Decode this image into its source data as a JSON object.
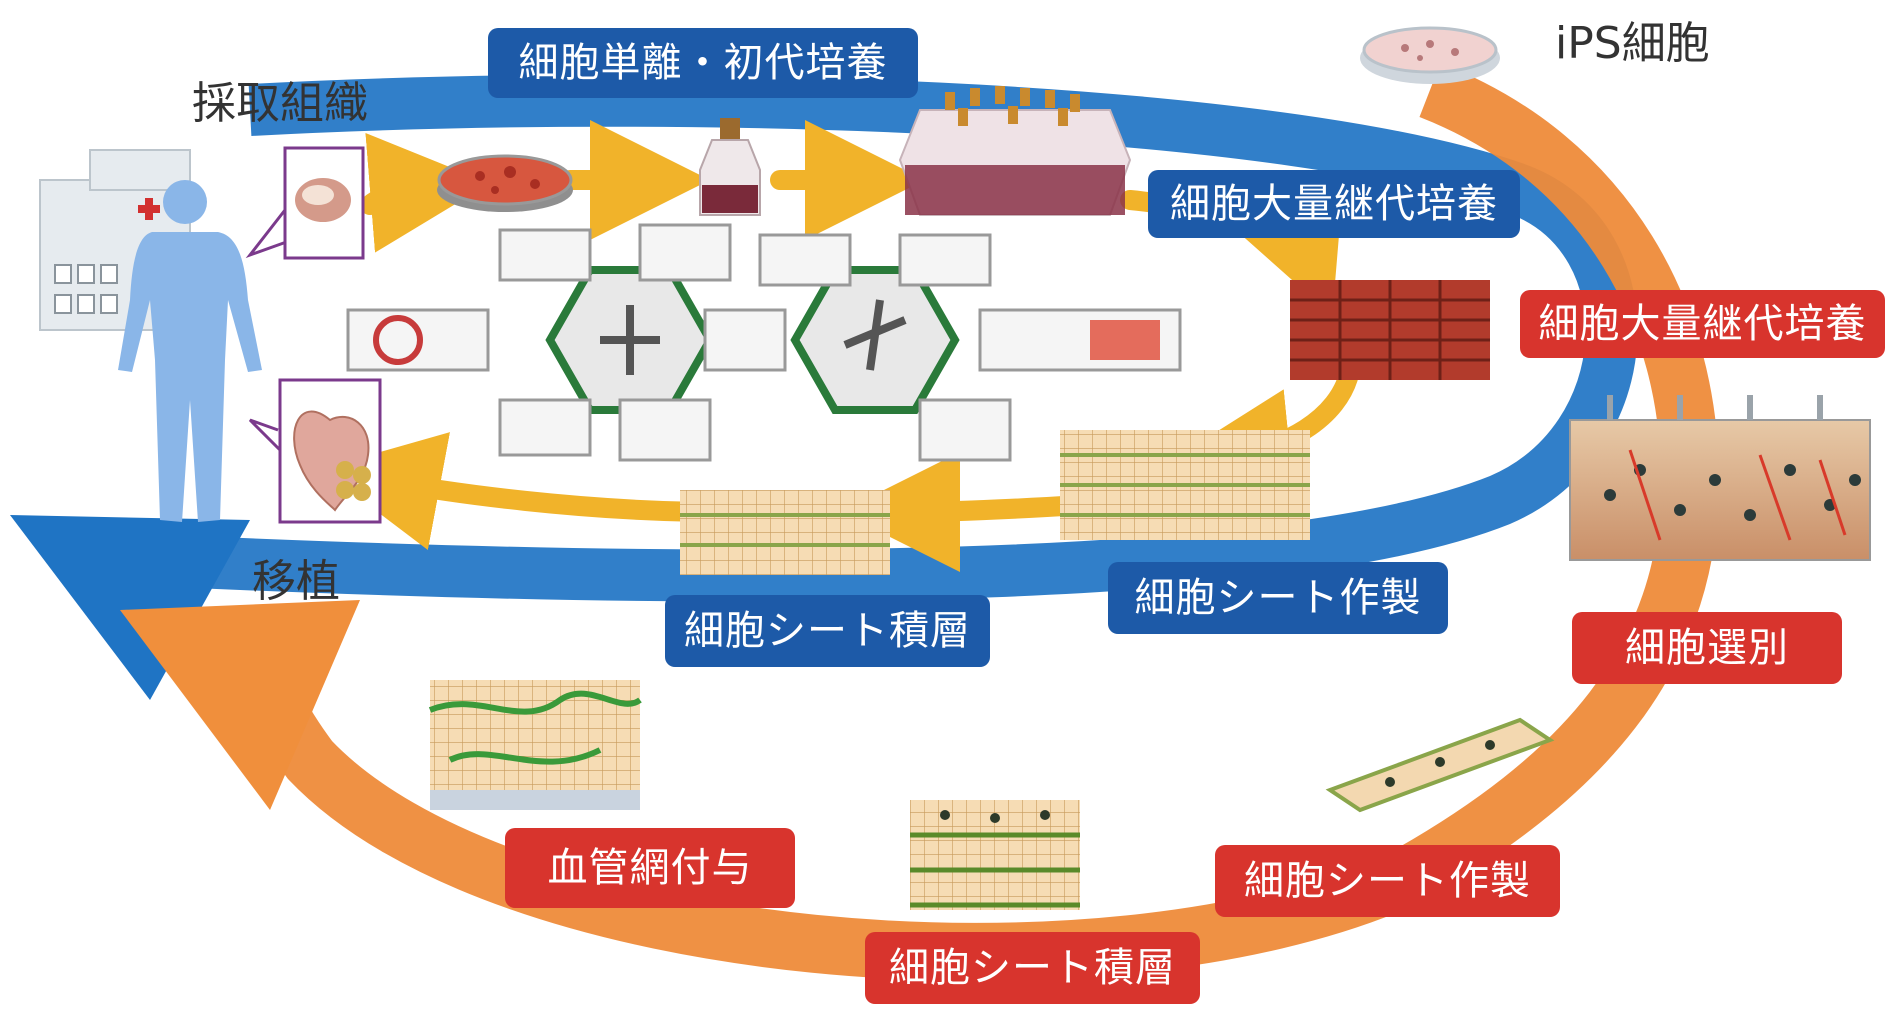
{
  "colors": {
    "blue_arrow": "#1f74c4",
    "orange_arrow": "#ee8b3a",
    "yellow_arrow": "#f1b32a",
    "blue_tag": "#1d5aa8",
    "red_tag": "#d8342d"
  },
  "labels": {
    "tissue": "採取組織",
    "ips": "iPS細胞",
    "transplant": "移植"
  },
  "blue_steps": [
    "細胞単離・初代培養",
    "細胞大量継代培養",
    "細胞シート作製",
    "細胞シート積層"
  ],
  "red_steps": [
    "細胞大量継代培養",
    "細胞選別",
    "細胞シート作製",
    "細胞シート積層",
    "血管網付与"
  ],
  "icons": [
    "hospital-icon",
    "person-icon",
    "tissue-sample-icon",
    "heart-icon",
    "culture-dish-icon",
    "culture-flask-icon",
    "flask-array-icon",
    "dish-stack-icon",
    "bioreactor-icon",
    "cell-sheet-stack-icon",
    "vascular-tissue-icon",
    "automation-module-icon"
  ]
}
